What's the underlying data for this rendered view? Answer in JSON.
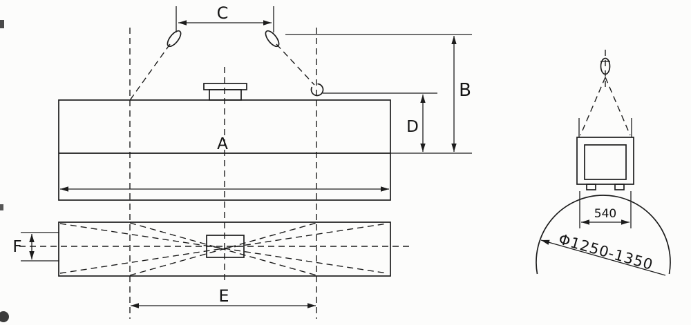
{
  "drawing": {
    "ink_color": "#1c1c1c",
    "paper_color": "#fcfcfb",
    "labels": {
      "dim_a": "A",
      "dim_b": "B",
      "dim_c": "C",
      "dim_d": "D",
      "dim_e": "E",
      "dim_f": "F",
      "pole_width": "540",
      "pile_diameter": "Φ1250-1350"
    }
  }
}
